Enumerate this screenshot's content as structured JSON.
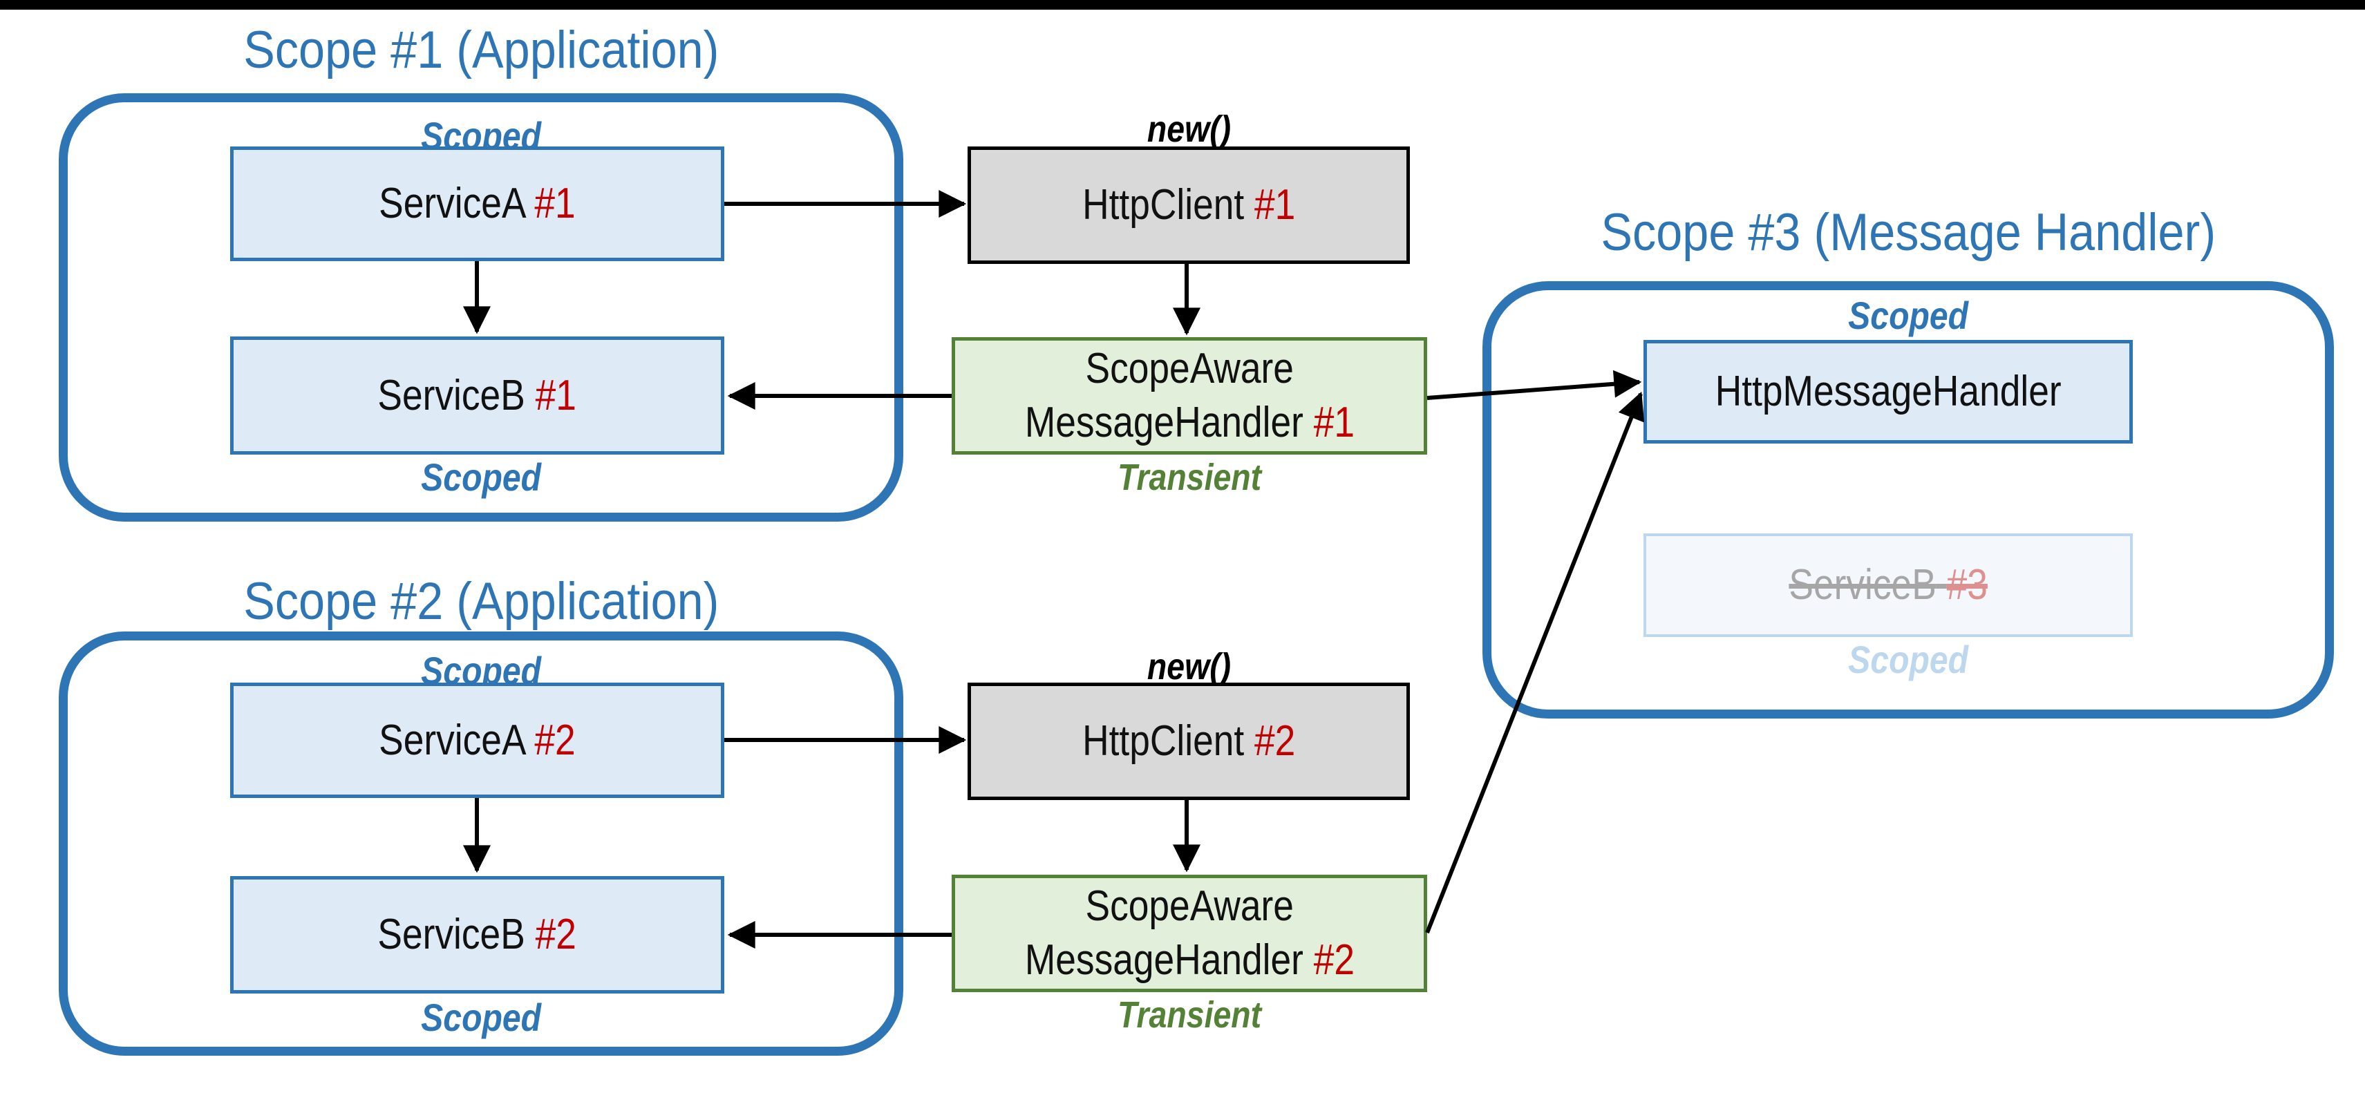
{
  "colors": {
    "blue_accent": "#2E75B6",
    "light_blue_fill": "#DEEAF6",
    "gray_fill": "#D9D9D9",
    "green_fill": "#E2EFDA",
    "green_border": "#538135",
    "red_instance": "#C00000",
    "faded_blue": "#BDD7EE",
    "faded_fill": "#F4F8FC",
    "faded_gray_text": "#A6A6A6",
    "faded_red_text": "#DE8F8F",
    "arrow_black": "#000000"
  },
  "scope1": {
    "title": "Scope #1 (Application)",
    "scoped_top": "Scoped",
    "scoped_bottom": "Scoped",
    "service_a": {
      "label": "ServiceA",
      "instance": "#1"
    },
    "service_b": {
      "label": "ServiceB",
      "instance": "#1"
    }
  },
  "flow1": {
    "new_label": "new()",
    "http_client": {
      "label": "HttpClient",
      "instance": "#1"
    },
    "message_handler": {
      "line1": "ScopeAware",
      "line2": "MessageHandler",
      "instance": "#1"
    },
    "transient_label": "Transient"
  },
  "scope2": {
    "title": "Scope #2 (Application)",
    "scoped_top": "Scoped",
    "scoped_bottom": "Scoped",
    "service_a": {
      "label": "ServiceA",
      "instance": "#2"
    },
    "service_b": {
      "label": "ServiceB",
      "instance": "#2"
    }
  },
  "flow2": {
    "new_label": "new()",
    "http_client": {
      "label": "HttpClient",
      "instance": "#2"
    },
    "message_handler": {
      "line1": "ScopeAware",
      "line2": "MessageHandler",
      "instance": "#2"
    },
    "transient_label": "Transient"
  },
  "scope3": {
    "title": "Scope #3 (Message Handler)",
    "scoped_top": "Scoped",
    "http_message_handler_label": "HttpMessageHandler",
    "disposed_service_b": {
      "label": "ServiceB",
      "instance": "#3"
    },
    "scoped_bottom": "Scoped"
  }
}
